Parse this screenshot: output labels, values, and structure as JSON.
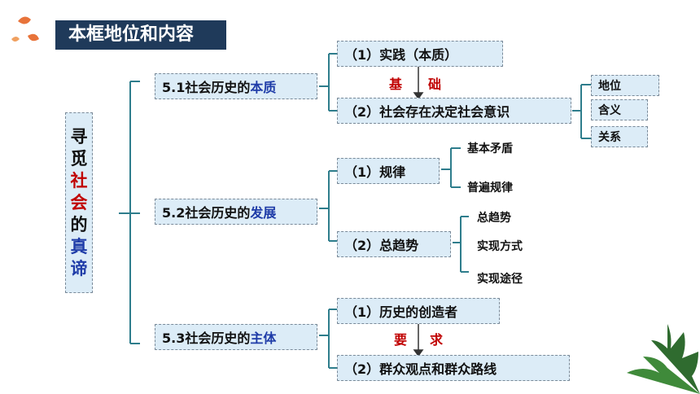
{
  "title": "本框地位和内容",
  "root": {
    "chars": [
      {
        "text": "寻",
        "color": "black"
      },
      {
        "text": "觅",
        "color": "black"
      },
      {
        "text": "社",
        "color": "red"
      },
      {
        "text": "会",
        "color": "red"
      },
      {
        "text": "的",
        "color": "black"
      },
      {
        "text": "真",
        "color": "blue"
      },
      {
        "text": "谛",
        "color": "blue"
      }
    ]
  },
  "sections": {
    "s1": {
      "prefix": "5.1社会历史的",
      "key": "本质"
    },
    "s2": {
      "prefix": "5.2社会历史的",
      "key": "发展"
    },
    "s3": {
      "prefix": "5.3社会历史的",
      "key": "主体"
    }
  },
  "s1_items": {
    "a": "（1）实践（本质）",
    "b": "（2）社会存在决定社会意识",
    "link_a": "基",
    "link_b": "础",
    "sub": [
      "地位",
      "含义",
      "关系"
    ]
  },
  "s2_items": {
    "a": "（1）规律",
    "a_sub": [
      "基本矛盾",
      "普遍规律"
    ],
    "b": "（2）总趋势",
    "b_sub": [
      "总趋势",
      "实现方式",
      "实现途径"
    ]
  },
  "s3_items": {
    "a": "（1）历史的创造者",
    "b": "（2）群众观点和群众路线",
    "link_a": "要",
    "link_b": "求"
  },
  "colors": {
    "title_bg": "#1f3a5a",
    "box_bg": "#dcecf7",
    "accent_red": "#c00000",
    "accent_blue": "#1f3ca8",
    "line": "#2e7d8c"
  }
}
